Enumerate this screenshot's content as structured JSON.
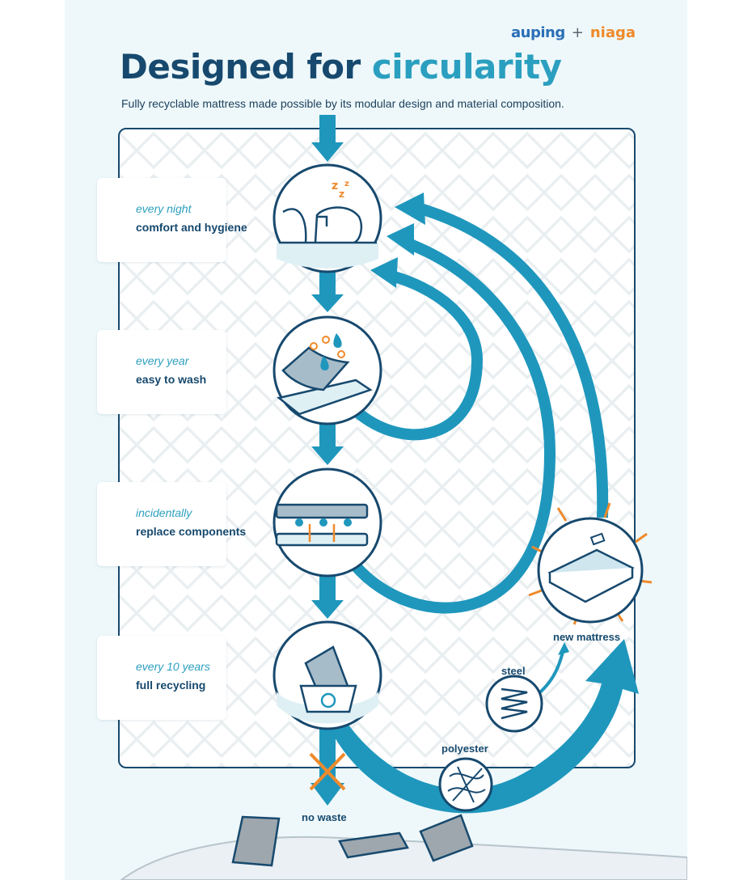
{
  "brand": {
    "left": "auping",
    "plus": "+",
    "right": "niaga"
  },
  "title": {
    "part1": "Designed for",
    "part2": "circularity"
  },
  "subtitle": "Fully recyclable mattress made possible by its modular design and material composition.",
  "stages": [
    {
      "when": "every night",
      "what": "comfort and hygiene",
      "icon": "sleeping-person-icon"
    },
    {
      "when": "every year",
      "what": "easy to wash",
      "icon": "washing-cover-icon"
    },
    {
      "when": "incidentally",
      "what": "replace components",
      "icon": "replace-components-icon"
    },
    {
      "when": "every 10 years",
      "what": "full recycling",
      "icon": "recycling-icon"
    }
  ],
  "labels": {
    "new_mattress": "new mattress",
    "steel": "steel",
    "polyester": "polyester",
    "no_waste": "no waste"
  },
  "colors": {
    "navy": "#17496e",
    "teal": "#2b9fbf",
    "orange": "#ef8a2b",
    "background": "#eef8fa"
  }
}
